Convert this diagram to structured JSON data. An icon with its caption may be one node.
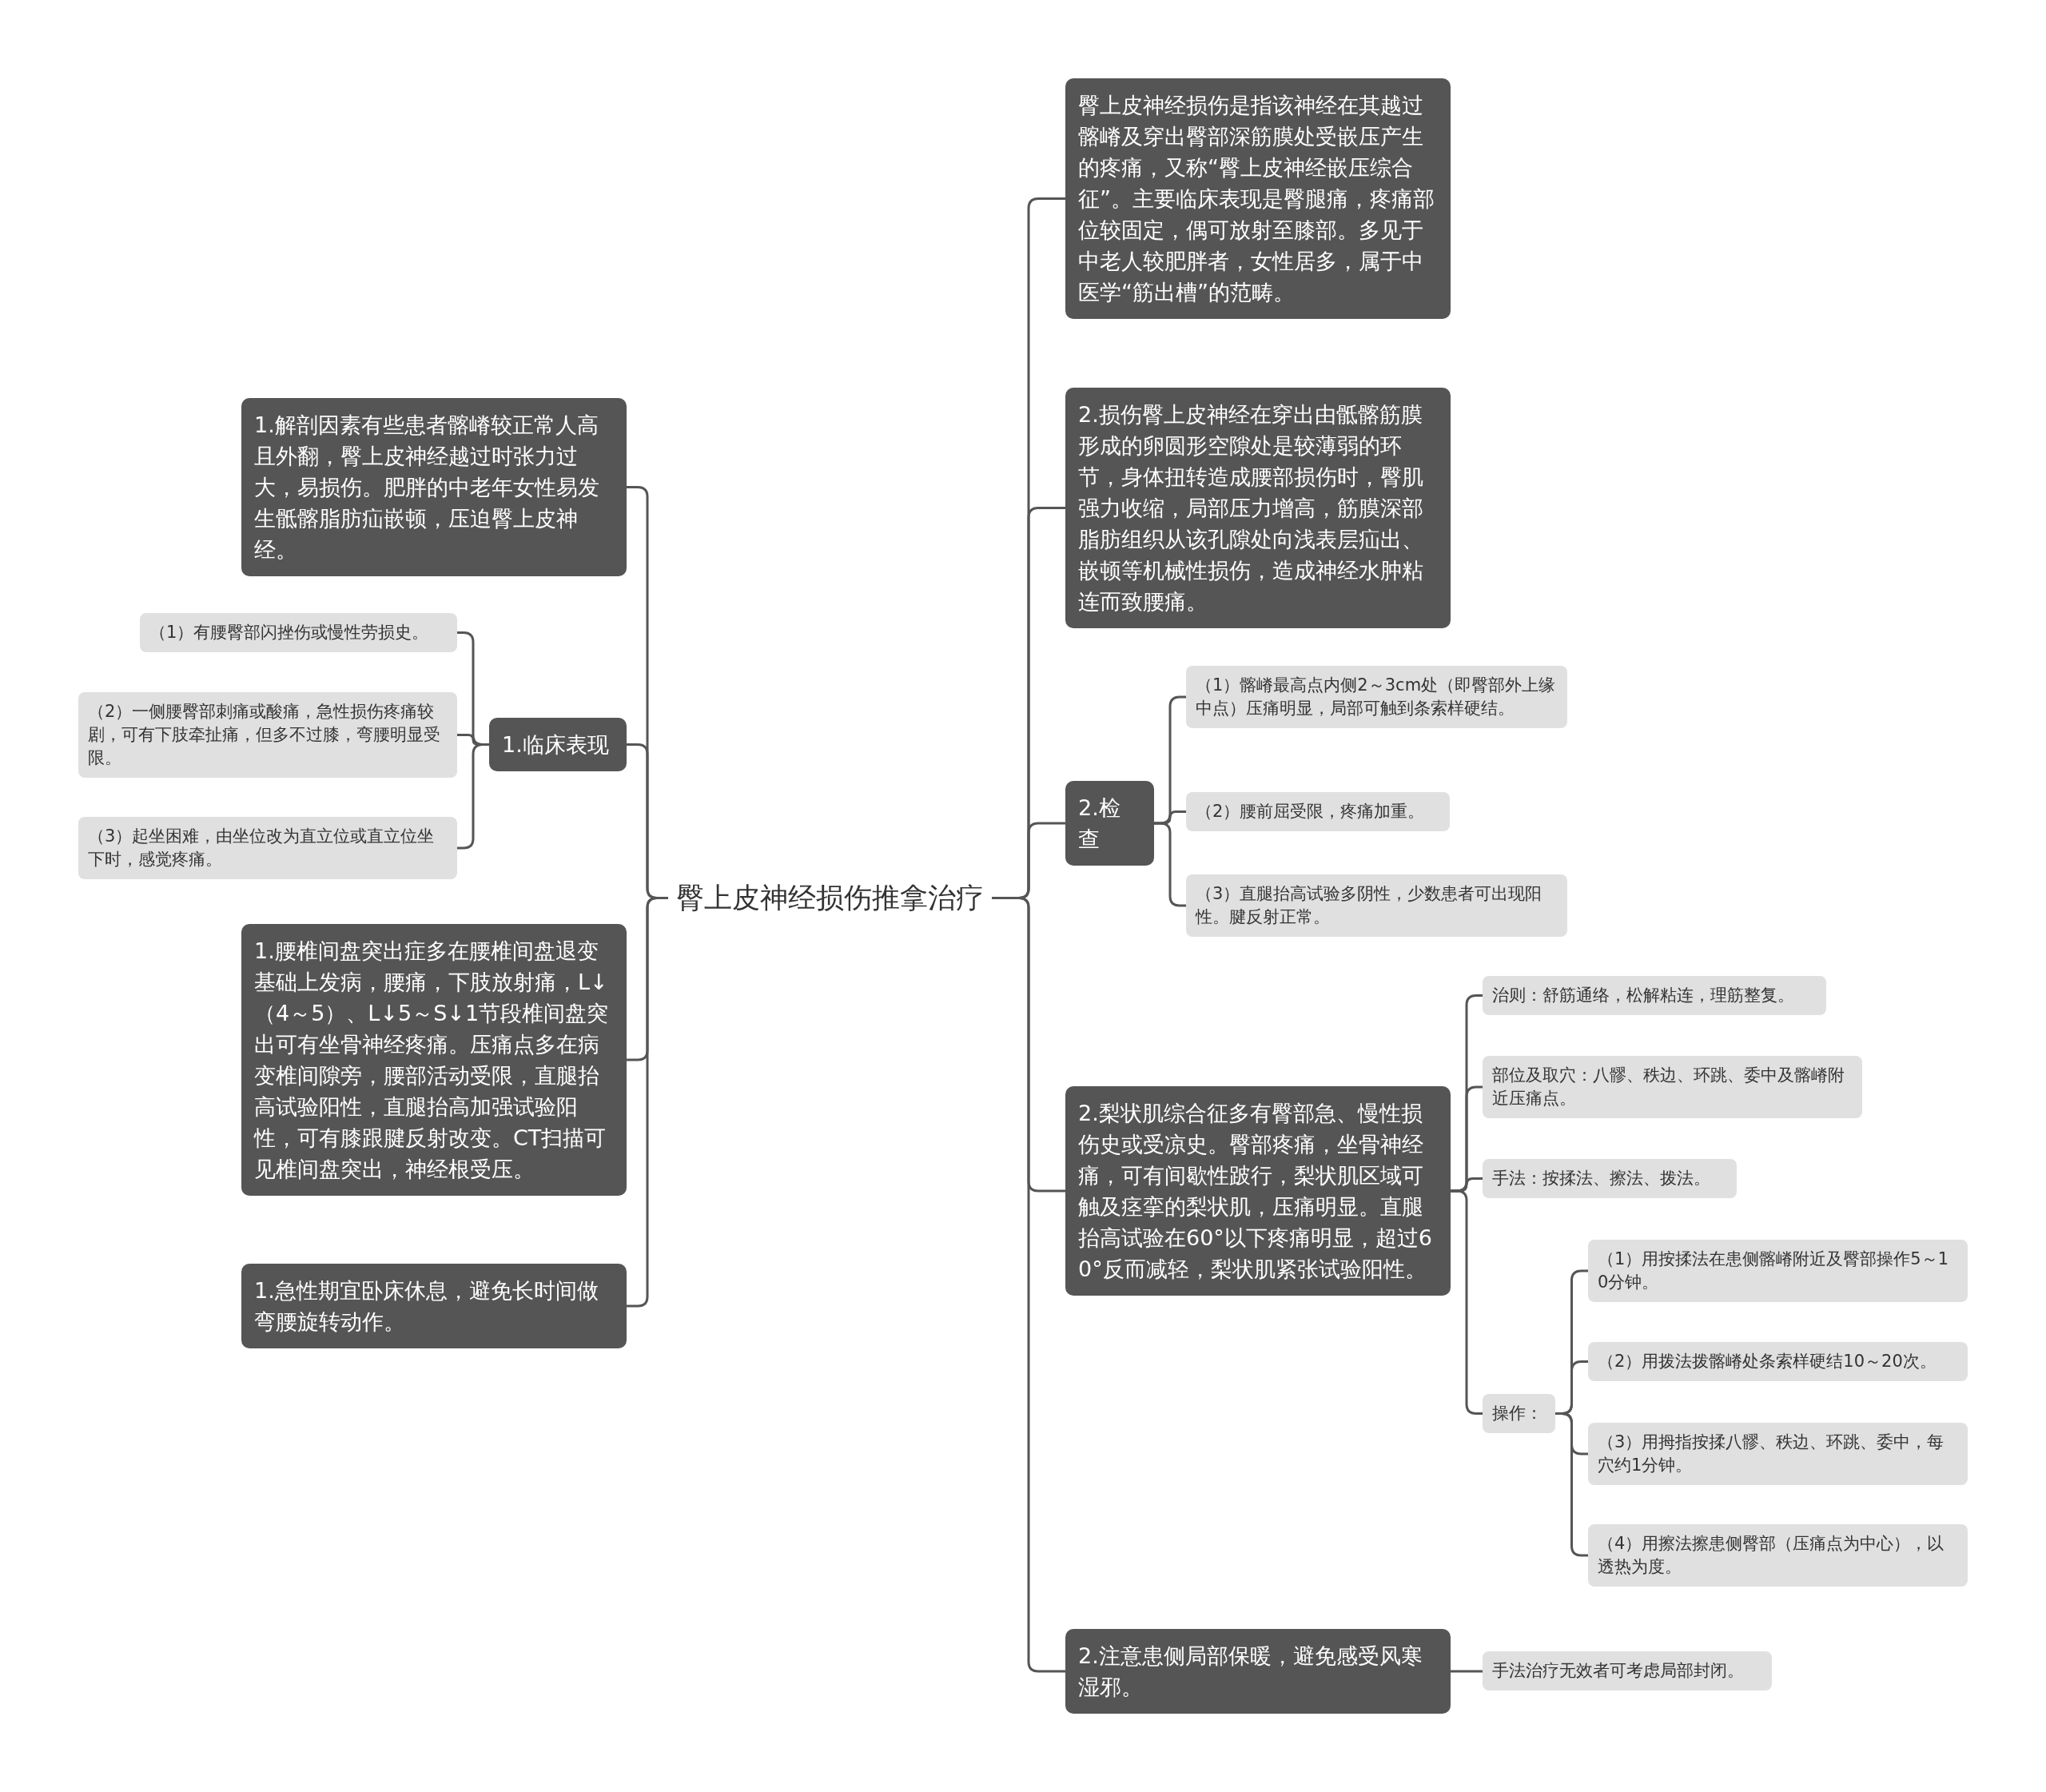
{
  "diagram": {
    "nodes": [
      {
        "text": [
          "臀上皮神经损伤推拿治疗"
        ]
      },
      {
        "text": [
          "1.解剖因素有些患者髂嵴较正常人高且外翻，臀上皮神经越过时张力过大，易损伤。肥胖的中老年女性易发生骶髂脂肪疝嵌顿，压迫臀上皮神经。"
        ]
      },
      {
        "text": [
          "1.临床表现"
        ]
      },
      {
        "text": [
          "（1）有腰臀部闪挫伤或慢性劳损史。"
        ]
      },
      {
        "text": [
          "（2）一侧腰臀部刺痛或酸痛，急性损伤疼痛较剧，可有下肢牵扯痛，但多不过膝，弯腰明显受限。"
        ]
      },
      {
        "text": [
          "（3）起坐困难，由坐位改为直立位或直立位坐下时，感觉疼痛。"
        ]
      },
      {
        "text": [
          "1.腰椎间盘突出症多在腰椎间盘退变基础上发病，腰痛，下肢放射痛，L↓（4～5）、L↓5～S↓1节段椎间盘突出可有坐骨神经疼痛。压痛点多在病变椎间隙旁，腰部活动受限，直腿抬高试验阳性，直腿抬高加强试验阳性，可有膝跟腱反射改变。CT扫描可见椎间盘突出，神经根受压。"
        ]
      },
      {
        "text": [
          "1.急性期宜卧床休息，避免长时间做弯腰旋转动作。"
        ]
      },
      {
        "text": [
          "臀上皮神经损伤是指该神经在其越过髂嵴及穿出臀部深筋膜处受嵌压产生的疼痛，又称“臀上皮神经嵌压综合征”。主要临床表现是臀腿痛，疼痛部位较固定，偶可放射至膝部。多见于中老人较肥胖者，女性居多，属于中医学“筋出槽”的范畴。"
        ]
      },
      {
        "text": [
          "2.损伤臀上皮神经在穿出由骶髂筋膜形成的卵圆形空隙处是较薄弱的环节，身体扭转造成腰部损伤时，臀肌强力收缩，局部压力增高，筋膜深部脂肪组织从该孔隙处向浅表层疝出、嵌顿等机械性损伤，造成神经水肿粘连而致腰痛。"
        ]
      },
      {
        "text": [
          "2.检查"
        ]
      },
      {
        "text": [
          "（1）髂嵴最高点内侧2～3cm处（即臀部外上缘中点）压痛明显，局部可触到条索样硬结。"
        ]
      },
      {
        "text": [
          "（2）腰前屈受限，疼痛加重。"
        ]
      },
      {
        "text": [
          "（3）直腿抬高试验多阴性，少数患者可出现阳性。腱反射正常。"
        ]
      },
      {
        "text": [
          "2.梨状肌综合征多有臀部急、慢性损伤史或受凉史。臀部疼痛，坐骨神经痛，可有间歇性跛行，梨状肌区域可触及痉挛的梨状肌，压痛明显。直腿抬高试验在60°以下疼痛明显，超过60°反而减轻，梨状肌紧张试验阳性。"
        ]
      },
      {
        "text": [
          "治则：舒筋通络，松解粘连，理筋整复。"
        ]
      },
      {
        "text": [
          "部位及取穴：八髎、秩边、环跳、委中及髂嵴附近压痛点。"
        ]
      },
      {
        "text": [
          "手法：按揉法、擦法、拨法。"
        ]
      },
      {
        "text": [
          "操作："
        ]
      },
      {
        "text": [
          "（1）用按揉法在患侧髂嵴附近及臀部操作5～10分钟。"
        ]
      },
      {
        "text": [
          "（2）用拨法拨髂嵴处条索样硬结10～20次。"
        ]
      },
      {
        "text": [
          "（3）用拇指按揉八髎、秩边、环跳、委中，每穴约1分钟。"
        ]
      },
      {
        "text": [
          "（4）用擦法擦患侧臀部（压痛点为中心），以透热为度。"
        ]
      },
      {
        "text": [
          "2.注意患侧局部保暖，避免感受风寒湿邪。"
        ]
      },
      {
        "text": [
          "手法治疗无效者可考虑局部封闭。"
        ]
      }
    ],
    "edges": [
      {
        "from": 0,
        "to": 1,
        "arrow": "none"
      },
      {
        "from": 0,
        "to": 2,
        "arrow": "none"
      },
      {
        "from": 2,
        "to": 3,
        "arrow": "none"
      },
      {
        "from": 2,
        "to": 4,
        "arrow": "none"
      },
      {
        "from": 2,
        "to": 5,
        "arrow": "none"
      },
      {
        "from": 0,
        "to": 6,
        "arrow": "none"
      },
      {
        "from": 0,
        "to": 7,
        "arrow": "none"
      },
      {
        "from": 0,
        "to": 8,
        "arrow": "none"
      },
      {
        "from": 0,
        "to": 9,
        "arrow": "none"
      },
      {
        "from": 0,
        "to": 10,
        "arrow": "none"
      },
      {
        "from": 10,
        "to": 11,
        "arrow": "none"
      },
      {
        "from": 10,
        "to": 12,
        "arrow": "none"
      },
      {
        "from": 10,
        "to": 13,
        "arrow": "none"
      },
      {
        "from": 0,
        "to": 14,
        "arrow": "none"
      },
      {
        "from": 14,
        "to": 15,
        "arrow": "none"
      },
      {
        "from": 14,
        "to": 16,
        "arrow": "none"
      },
      {
        "from": 14,
        "to": 17,
        "arrow": "none"
      },
      {
        "from": 14,
        "to": 18,
        "arrow": "none"
      },
      {
        "from": 18,
        "to": 19,
        "arrow": "none"
      },
      {
        "from": 18,
        "to": 20,
        "arrow": "none"
      },
      {
        "from": 18,
        "to": 21,
        "arrow": "none"
      },
      {
        "from": 18,
        "to": 22,
        "arrow": "none"
      },
      {
        "from": 0,
        "to": 23,
        "arrow": "none"
      },
      {
        "from": 23,
        "to": 24,
        "arrow": "none"
      }
    ]
  }
}
